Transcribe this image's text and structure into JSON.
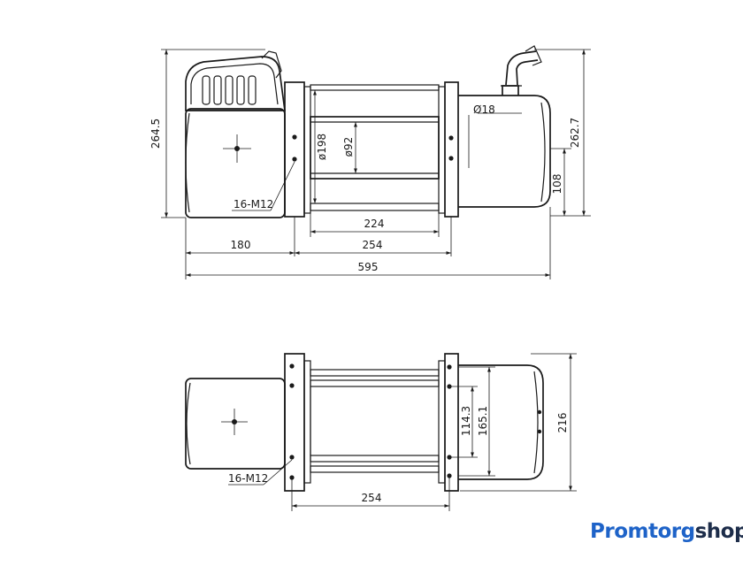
{
  "top_view": {
    "dims": {
      "height_left": "264.5",
      "height_right": "262.7",
      "base_right": "108",
      "motor_length": "180",
      "drum_length": "254",
      "drum_inner": "224",
      "overall_length": "595",
      "flange_dia": "ø198",
      "drum_dia": "ø92",
      "cable_dia": "Ø18",
      "bolts": "16-M12"
    }
  },
  "bottom_view": {
    "dims": {
      "width": "216",
      "bolt_spacing_a": "114.3",
      "bolt_spacing_b": "165.1",
      "drum_length": "254",
      "bolts": "16-M12"
    }
  },
  "brand": {
    "part1": "Promtorg",
    "part2": "shop",
    "colors": {
      "part1": "#1e63c8",
      "part2": "#1d2d4a"
    }
  }
}
